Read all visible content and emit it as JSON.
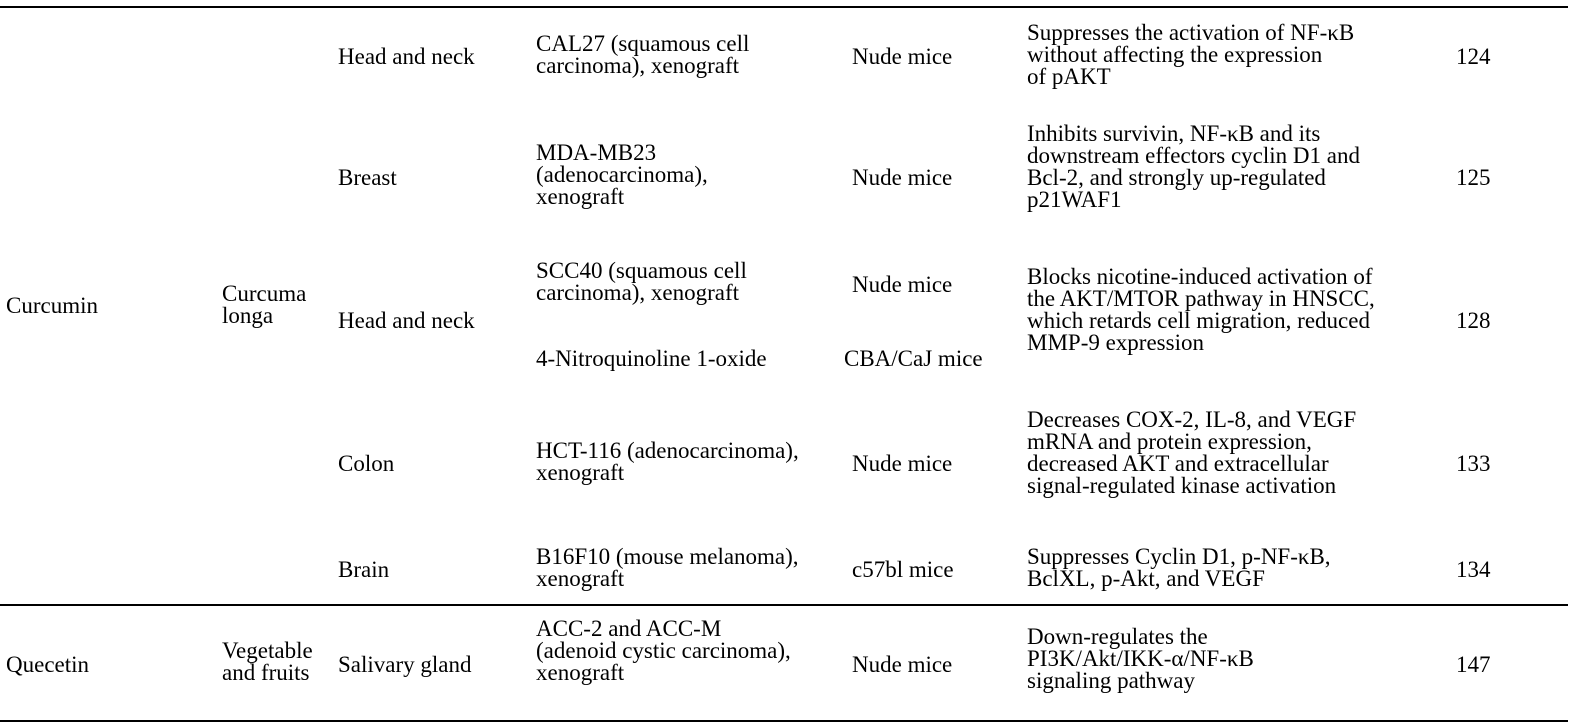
{
  "rows": [
    {
      "compound": "",
      "source": "",
      "cancer_site": "Head and neck",
      "model": "CAL27 (squamous cell\ncarcinoma), xenograft",
      "animal": "Nude mice",
      "mechanism": "Suppresses the activation of NF-κB\nwithout affecting the expression\nof pAKT",
      "ref": "124"
    },
    {
      "compound": "",
      "source": "",
      "cancer_site": "Breast",
      "model": "MDA-MB23\n(adenocarcinoma),\nxenograft",
      "animal": "Nude mice",
      "mechanism": "Inhibits survivin, NF-κB and its\ndownstream effectors cyclin D1 and\nBcl-2, and strongly up-regulated\np21WAF1",
      "ref": "125"
    },
    {
      "compound": "Curcumin",
      "source": "Curcuma\nlonga",
      "cancer_site": "Head and neck",
      "model": "SCC40 (squamous cell\ncarcinoma), xenograft",
      "model2": "4-Nitroquinoline 1-oxide",
      "animal": "Nude mice",
      "animal2": "CBA/CaJ mice",
      "mechanism": "Blocks nicotine-induced activation of\nthe AKT/MTOR pathway in HNSCC,\nwhich retards cell migration, reduced\nMMP-9 expression",
      "ref": "128"
    },
    {
      "compound": "",
      "source": "",
      "cancer_site": "Colon",
      "model": "HCT-116 (adenocarcinoma),\nxenograft",
      "animal": "Nude mice",
      "mechanism": "Decreases COX-2, IL-8, and VEGF\nmRNA and protein expression,\ndecreased AKT and extracellular\nsignal-regulated kinase activation",
      "ref": "133"
    },
    {
      "compound": "",
      "source": "",
      "cancer_site": "Brain",
      "model": "B16F10 (mouse melanoma),\nxenograft",
      "animal": "c57bl mice",
      "mechanism": "Suppresses Cyclin D1, p-NF-κB,\nBclXL, p-Akt, and VEGF",
      "ref": "134"
    },
    {
      "compound": "Quecetin",
      "source": "Vegetable\nand fruits",
      "cancer_site": "Salivary gland",
      "model": "ACC-2 and ACC-M\n(adenoid cystic carcinoma),\nxenograft",
      "animal": "Nude mice",
      "mechanism": "Down-regulates the\nPI3K/Akt/IKK-α/NF-κB\nsignaling pathway",
      "ref": "147"
    }
  ]
}
